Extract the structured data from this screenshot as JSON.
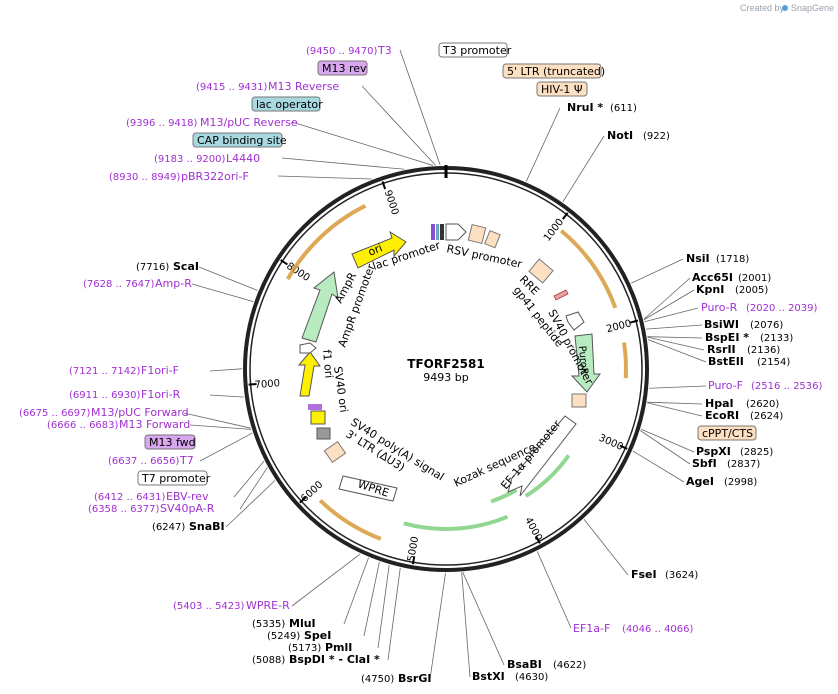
{
  "credit": {
    "prefix": "Created by",
    "brand": "SnapGene"
  },
  "plasmid": {
    "name": "TFORF2581",
    "length_label": "9493 bp",
    "length": 9493
  },
  "colors": {
    "primer": "#a030d0",
    "enzyme": "#000000",
    "ring": "#222222",
    "cds": "#d89a3a",
    "line": "#666666"
  },
  "ticks": [
    {
      "bp": 1000,
      "label": "1000"
    },
    {
      "bp": 2000,
      "label": "2000"
    },
    {
      "bp": 3000,
      "label": "3000"
    },
    {
      "bp": 4000,
      "label": "4000"
    },
    {
      "bp": 5000,
      "label": "5000"
    },
    {
      "bp": 6000,
      "label": "6000"
    },
    {
      "bp": 7000,
      "label": "7000"
    },
    {
      "bp": 8000,
      "label": "8000"
    },
    {
      "bp": 9000,
      "label": "9000"
    }
  ],
  "top_primers": [
    {
      "range": "(9450 .. 9470)",
      "name": "T3"
    },
    {
      "range": "(9415 .. 9431)",
      "name": "M13 Reverse"
    },
    {
      "range": "(9396 .. 9418)",
      "name": "M13/pUC Reverse"
    },
    {
      "range": "(9183 .. 9200)",
      "name": "L4440"
    },
    {
      "range": "(8930 .. 8949)",
      "name": "pBR322ori-F"
    }
  ],
  "boxes": [
    {
      "text": "T3 promoter",
      "fill": "#ffffff"
    },
    {
      "text": "M13 rev",
      "fill": "#d9a6f0"
    },
    {
      "text": "5' LTR (truncated)",
      "fill": "#fde0c2"
    },
    {
      "text": "HIV-1 Ψ",
      "fill": "#fde0c2"
    },
    {
      "text": "lac operator",
      "fill": "#a8d8e0"
    },
    {
      "text": "CAP binding site",
      "fill": "#a8d8e0"
    },
    {
      "text": "cPPT/CTS",
      "fill": "#fde0c2"
    },
    {
      "text": "M13 fwd",
      "fill": "#d9a6f0"
    },
    {
      "text": "T7 promoter",
      "fill": "#ffffff"
    }
  ],
  "right_enzymes": [
    {
      "name": "NruI *",
      "pos": "(611)"
    },
    {
      "name": "NotI",
      "pos": "(922)"
    },
    {
      "name": "NsiI",
      "pos": "(1718)"
    },
    {
      "name": "Acc65I",
      "pos": "(2001)"
    },
    {
      "name": "KpnI",
      "pos": "(2005)"
    },
    {
      "name": "BsiWI",
      "pos": "(2076)"
    },
    {
      "name": "BspEI *",
      "pos": "(2133)"
    },
    {
      "name": "RsrII",
      "pos": "(2136)"
    },
    {
      "name": "BstEII",
      "pos": "(2154)"
    },
    {
      "name": "HpaI",
      "pos": "(2620)"
    },
    {
      "name": "EcoRI",
      "pos": "(2624)"
    },
    {
      "name": "PspXI",
      "pos": "(2825)"
    },
    {
      "name": "SbfI",
      "pos": "(2837)"
    },
    {
      "name": "AgeI",
      "pos": "(2998)"
    },
    {
      "name": "FseI",
      "pos": "(3624)"
    }
  ],
  "right_primers": [
    {
      "name": "Puro-R",
      "range": "(2020 .. 2039)"
    },
    {
      "name": "Puro-F",
      "range": "(2516 .. 2536)"
    },
    {
      "name": "EF1a-F",
      "range": "(4046 .. 4066)"
    }
  ],
  "bottom_enzymes": [
    {
      "name": "BsaBI",
      "pos": "(4622)"
    },
    {
      "name": "BstXI",
      "pos": "(4630)"
    },
    {
      "name": "BsrGI",
      "pos": "(4750)"
    },
    {
      "name": "MluI",
      "pos": "(5335)"
    },
    {
      "name": "SpeI",
      "pos": "(5249)"
    },
    {
      "name": "PmlI",
      "pos": "(5173)"
    },
    {
      "name": "BspDI * - ClaI *",
      "pos": "(5088)"
    },
    {
      "name": "SnaBI",
      "pos": "(6247)"
    },
    {
      "name": "ScaI",
      "pos": "(7716)"
    }
  ],
  "left_primers": [
    {
      "range": "(5403 .. 5423)",
      "name": "WPRE-R"
    },
    {
      "range": "(6358 .. 6377)",
      "name": "SV40pA-R"
    },
    {
      "range": "(6412 .. 6431)",
      "name": "EBV-rev"
    },
    {
      "range": "(6637 .. 6656)",
      "name": "T7"
    },
    {
      "range": "(6666 .. 6683)",
      "name": "M13 Forward"
    },
    {
      "range": "(6675 .. 6697)",
      "name": "M13/pUC Forward"
    },
    {
      "range": "(6911 .. 6930)",
      "name": "F1ori-R"
    },
    {
      "range": "(7121 .. 7142)",
      "name": "F1ori-F"
    },
    {
      "range": "(7628 .. 7647)",
      "name": "Amp-R"
    }
  ],
  "inner_features": [
    {
      "text": "lac promoter"
    },
    {
      "text": "RSV promoter"
    },
    {
      "text": "RRE"
    },
    {
      "text": "gp41 peptide"
    },
    {
      "text": "SV40 promoter"
    },
    {
      "text": "PuroR"
    },
    {
      "text": "EF-1α promoter"
    },
    {
      "text": "Kozak sequence"
    },
    {
      "text": "WPRE"
    },
    {
      "text": "3' LTR (ΔU3)"
    },
    {
      "text": "SV40 poly(A) signal"
    },
    {
      "text": "SV40 ori"
    },
    {
      "text": "f1 ori"
    },
    {
      "text": "AmpR promoter"
    },
    {
      "text": "AmpR"
    },
    {
      "text": "ori"
    }
  ]
}
